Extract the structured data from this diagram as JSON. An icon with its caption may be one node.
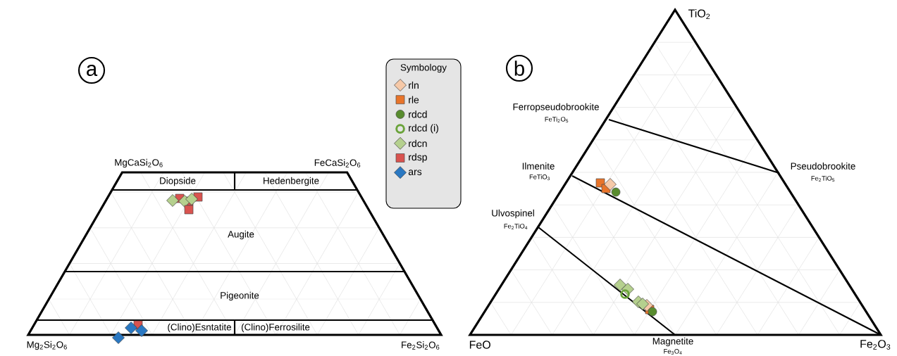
{
  "diagram": {
    "labels": [
      "TiO$_{2}$",
      "a",
      "b",
      "Symbology",
      "Ferropseudobrookite",
      "FeTi$_{2}$O$_{5}$",
      "MgCaSi$_{2}$O$_{6}$",
      "FeCaSi$_{2}$O$_{6}$",
      "Ilmenite",
      "FeTiO$_{3}$",
      "Pseudobrookite",
      "Fe$_{2}$TiO$_{5}$",
      "Diopside",
      "Hedenbergite",
      "Augite",
      "Ulvospinel",
      "Fe$_{2}$TiO$_{4}$",
      "Pigeonite",
      "(Clino)Esntatite",
      "(Clino)Ferrosilite",
      "Mg$_{2}$Si$_{2}$O$_{6}$",
      "Fe$_{2}$Si$_{2}$O$_{6}$",
      "FeO",
      "Magnetite",
      "Fe$_{3}$O$_{4}$",
      "Fe$_{2}$O$_{3}$"
    ],
    "legend": [
      {
        "text": "rln"
      },
      {
        "text": "rle"
      },
      {
        "text": "rdcd"
      },
      {
        "text": "rdcd (i)"
      },
      {
        "text": "rdcn"
      },
      {
        "text": "rdsp"
      },
      {
        "text": "ars"
      }
    ]
  }
}
